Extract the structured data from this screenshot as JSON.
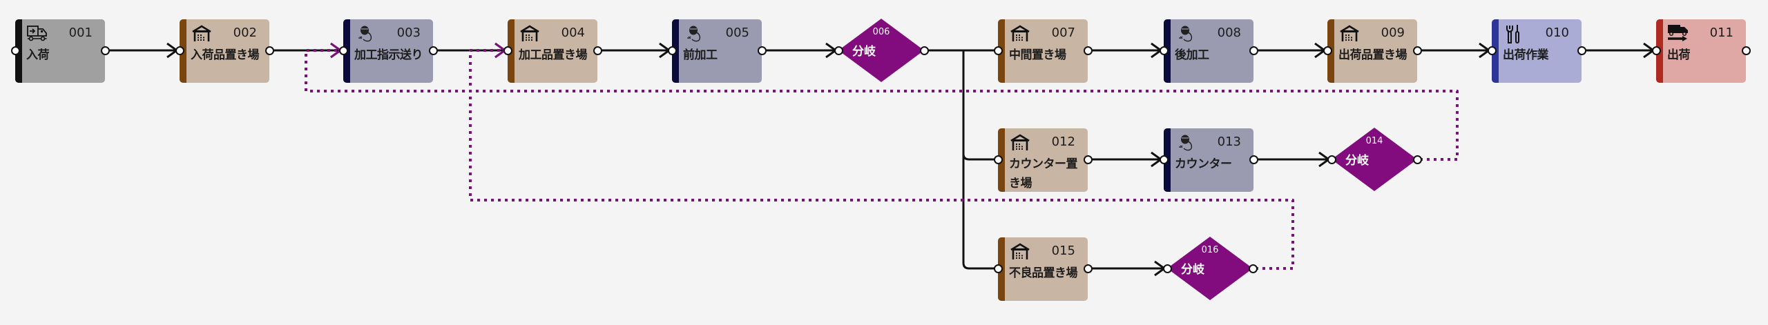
{
  "diagram": {
    "type": "process-flow",
    "colors": {
      "background": "#f4f4f4",
      "edge_solid": "#111111",
      "edge_dotted": "#7a127a",
      "branch_fill": "#820c7d"
    },
    "node_types": {
      "receiving": {
        "fill": "#a0a0a0",
        "bar": "#111111",
        "icon": "truck-incoming-icon"
      },
      "storage": {
        "fill": "#c9b5a3",
        "bar": "#7b4510",
        "icon": "warehouse-icon"
      },
      "process": {
        "fill": "#9a9ab0",
        "bar": "#0a0a3d",
        "icon": "worker-icon"
      },
      "work": {
        "fill": "#aaacd5",
        "bar": "#2e3598",
        "icon": "tools-icon"
      },
      "shipping": {
        "fill": "#e0a8a4",
        "bar": "#b02923",
        "icon": "truck-outgoing-icon"
      },
      "branch": {
        "fill": "#820c7d"
      }
    },
    "nodes": [
      {
        "id": "001",
        "label": "入荷",
        "type": "receiving"
      },
      {
        "id": "002",
        "label": "入荷品置き場",
        "type": "storage"
      },
      {
        "id": "003",
        "label": "加工指示送り",
        "type": "process"
      },
      {
        "id": "004",
        "label": "加工品置き場",
        "type": "storage"
      },
      {
        "id": "005",
        "label": "前加工",
        "type": "process"
      },
      {
        "id": "006",
        "label": "分岐",
        "type": "branch"
      },
      {
        "id": "007",
        "label": "中間置き場",
        "type": "storage"
      },
      {
        "id": "008",
        "label": "後加工",
        "type": "process"
      },
      {
        "id": "009",
        "label": "出荷品置き場",
        "type": "storage"
      },
      {
        "id": "010",
        "label": "出荷作業",
        "type": "work"
      },
      {
        "id": "011",
        "label": "出荷",
        "type": "shipping"
      },
      {
        "id": "012",
        "label": "カウンター置き場",
        "type": "storage"
      },
      {
        "id": "013",
        "label": "カウンター",
        "type": "process"
      },
      {
        "id": "014",
        "label": "分岐",
        "type": "branch"
      },
      {
        "id": "015",
        "label": "不良品置き場",
        "type": "storage"
      },
      {
        "id": "016",
        "label": "分岐",
        "type": "branch"
      }
    ],
    "edges": [
      {
        "from": "001",
        "to": "002",
        "style": "solid"
      },
      {
        "from": "002",
        "to": "003",
        "style": "solid"
      },
      {
        "from": "003",
        "to": "004",
        "style": "solid"
      },
      {
        "from": "004",
        "to": "005",
        "style": "solid"
      },
      {
        "from": "005",
        "to": "006",
        "style": "solid"
      },
      {
        "from": "006",
        "to": "007",
        "style": "solid"
      },
      {
        "from": "006",
        "to": "012",
        "style": "solid"
      },
      {
        "from": "006",
        "to": "015",
        "style": "solid"
      },
      {
        "from": "007",
        "to": "008",
        "style": "solid"
      },
      {
        "from": "008",
        "to": "009",
        "style": "solid"
      },
      {
        "from": "009",
        "to": "010",
        "style": "solid"
      },
      {
        "from": "010",
        "to": "011",
        "style": "solid"
      },
      {
        "from": "012",
        "to": "013",
        "style": "solid"
      },
      {
        "from": "013",
        "to": "014",
        "style": "solid"
      },
      {
        "from": "015",
        "to": "016",
        "style": "solid"
      },
      {
        "from": "014",
        "to": "003",
        "style": "dotted"
      },
      {
        "from": "016",
        "to": "004",
        "style": "dotted"
      }
    ]
  }
}
